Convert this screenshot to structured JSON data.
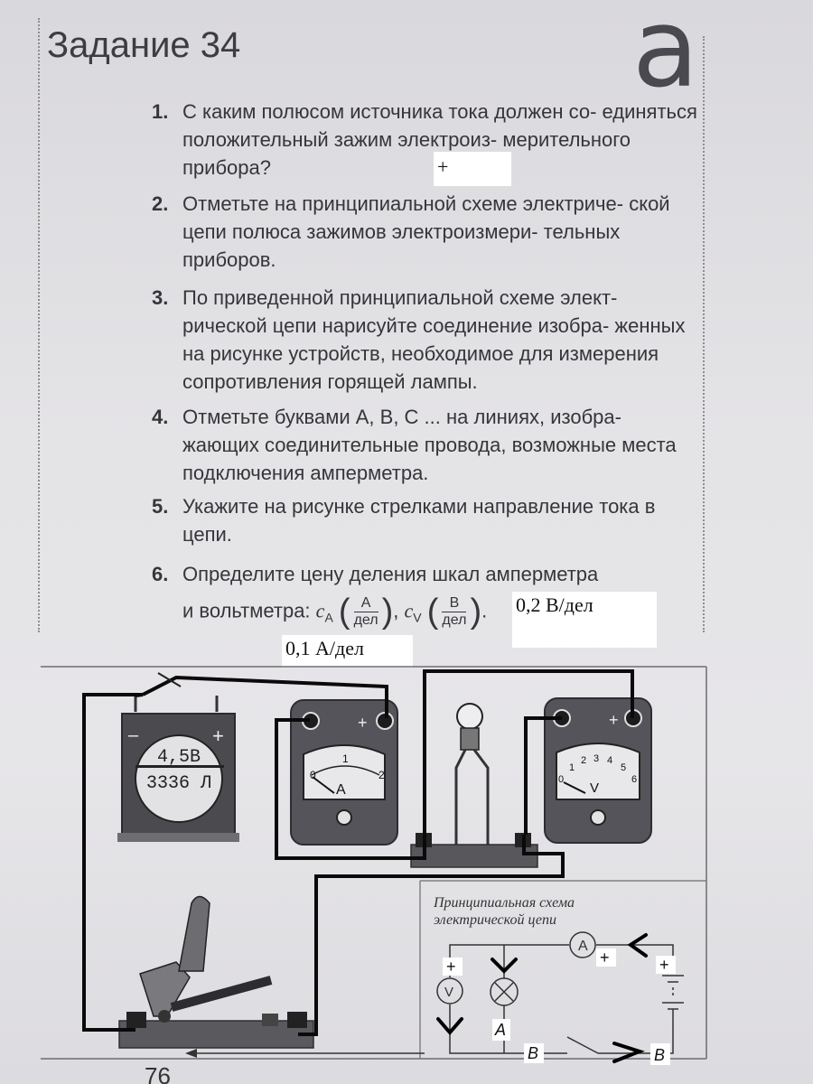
{
  "header": {
    "title": "Задание 34",
    "variant_letter": "a"
  },
  "tasks": [
    {
      "num": "1.",
      "text": "С каким полюсом источника тока должен со- единяться положительный зажим электроиз- мерительного прибора?"
    },
    {
      "num": "2.",
      "text": "Отметьте на принципиальной схеме электриче- ской цепи полюса зажимов электроизмери- тельных приборов."
    },
    {
      "num": "3.",
      "text": "По приведенной принципиальной схеме элект- рической цепи нарисуйте соединение изобра- женных на рисунке устройств, необходимое для измерения сопротивления горящей лампы."
    },
    {
      "num": "4.",
      "text": "Отметьте буквами A, B, C ... на линиях, изобра- жающих соединительные провода, возможные места подключения амперметра."
    },
    {
      "num": "5.",
      "text": "Укажите на рисунке стрелками направление тока в цепи."
    },
    {
      "num": "6.",
      "text": "Определите цену деления шкал амперметра"
    }
  ],
  "task6_line2": {
    "prefix": "и вольтметра:",
    "cA": "c",
    "cA_sub": "A",
    "fracA_num": "А",
    "fracA_den": "дел",
    "cV": "c",
    "cV_sub": "V",
    "fracV_num": "В",
    "fracV_den": "дел"
  },
  "answers": {
    "a1": "+",
    "a6_voltmeter": "0,2 В/дел",
    "a6_ammeter": "0,1 А/дел"
  },
  "figure": {
    "battery_voltage": "4,5В",
    "battery_model": "3336 Л",
    "ammeter_scale": [
      "0",
      "1",
      "2"
    ],
    "ammeter_symbol": "A",
    "voltmeter_scale": [
      "0",
      "1",
      "2",
      "3",
      "4",
      "5",
      "6"
    ],
    "voltmeter_symbol": "V",
    "plus_sign": "+",
    "minus_sign": "–",
    "schematic_title_line1": "Принципиальная схема",
    "schematic_title_line2": "электрической цепи",
    "schematic_labels": {
      "ammeter": "A",
      "voltmeter": "V",
      "plus": "+",
      "letter_a": "A",
      "letter_b1": "B",
      "letter_b2": "B"
    }
  },
  "page_number": "76"
}
